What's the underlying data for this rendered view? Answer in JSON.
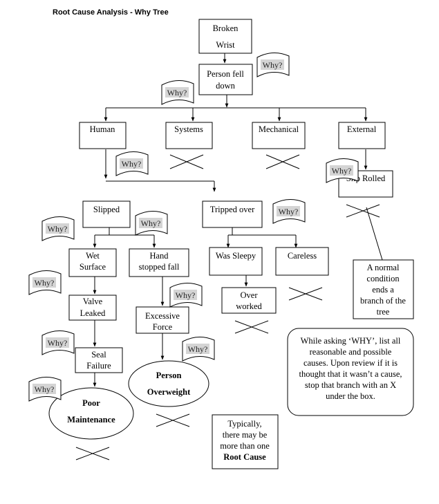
{
  "title": "Root Cause Analysis - Why Tree",
  "why_label": "Why?",
  "nodes": {
    "broken_wrist": [
      "Broken",
      "Wrist"
    ],
    "person_fell": [
      "Person fell",
      "down"
    ],
    "human": "Human",
    "systems": "Systems",
    "mechanical": "Mechanical",
    "external": "External",
    "slip_rolled": "Slip Rolled",
    "slipped": "Slipped",
    "tripped_over": "Tripped over",
    "wet_surface": [
      "Wet",
      "Surface"
    ],
    "hand_stopped_fall": [
      "Hand",
      "stopped fall"
    ],
    "was_sleepy": "Was Sleepy",
    "careless": "Careless",
    "valve_leaked": [
      "Valve",
      "Leaked"
    ],
    "excessive_force": [
      "Excessive",
      "Force"
    ],
    "over_worked": [
      "Over",
      "worked"
    ],
    "seal_failure": [
      "Seal",
      "Failure"
    ],
    "poor_maintenance": [
      "Poor",
      "Maintenance"
    ],
    "person_overweight": [
      "Person",
      "Overweight"
    ]
  },
  "notes": {
    "normal_condition": [
      "A normal",
      "condition",
      "ends a",
      "branch of the",
      "tree"
    ],
    "instructions": [
      "While asking ‘WHY’, list all",
      "reasonable and possible",
      "causes. Upon review if it is",
      "thought that it wasn’t a cause,",
      "stop that branch with an X",
      "under the box."
    ],
    "typically": [
      "Typically,",
      "there may be",
      "more than one",
      "Root Cause"
    ]
  }
}
